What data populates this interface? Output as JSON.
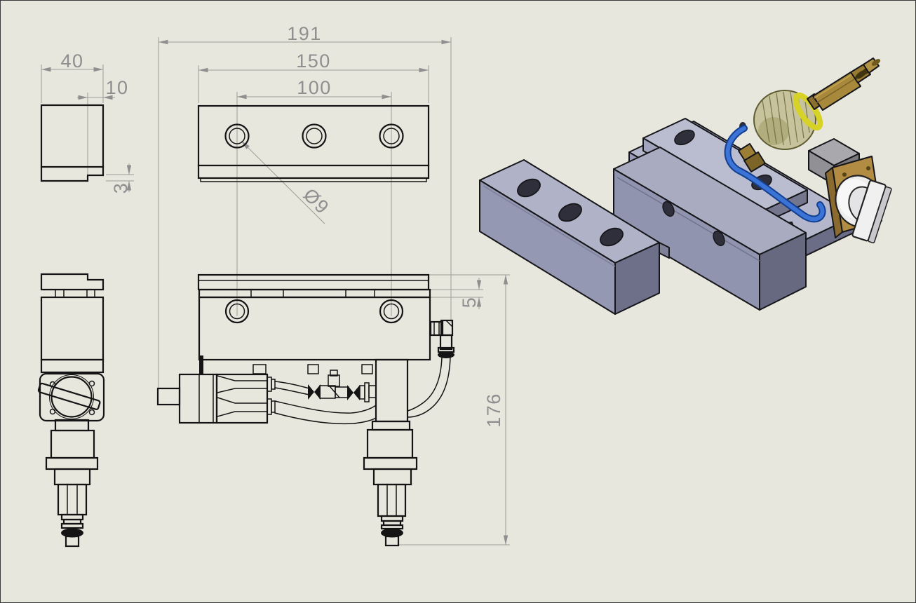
{
  "drawing": {
    "title": "pneumatic-clamp-assembly-drawing",
    "background": "#e7e7de",
    "line_color": "#141414",
    "dim_color": "#8f8f8f",
    "dimensions": {
      "overall_width": "191",
      "plate_length": "150",
      "hole_spacing": "100",
      "hole_diameter": "Ø9",
      "profile_width": "40",
      "profile_step": "10",
      "profile_lip": "3",
      "rail_gap": "5",
      "overall_height": "176"
    },
    "views": {
      "profile_view": "top plate side profile",
      "top_view": "clamp bar top view",
      "front_view": "clamp assembly front view",
      "side_view": "clamp assembly left side view",
      "iso_view": "3D shaded assembly render"
    },
    "render_colors": {
      "body_top": "#b0b2c7",
      "body_front": "#9598b3",
      "body_side": "#6e7089",
      "hole_dark": "#2e2f3a",
      "brass": "#a8893c",
      "brass_dark": "#8a6f2e",
      "yellow_ring": "#d7d226",
      "tube_blue": "#3b74d6",
      "tube_blue_dark": "#123f8f",
      "knob_white": "#efeff1",
      "flange_brass": "#b28c42",
      "gray_block": "#9b9b9f",
      "translucent_cap": "rgba(171,166,104,0.55)"
    }
  }
}
